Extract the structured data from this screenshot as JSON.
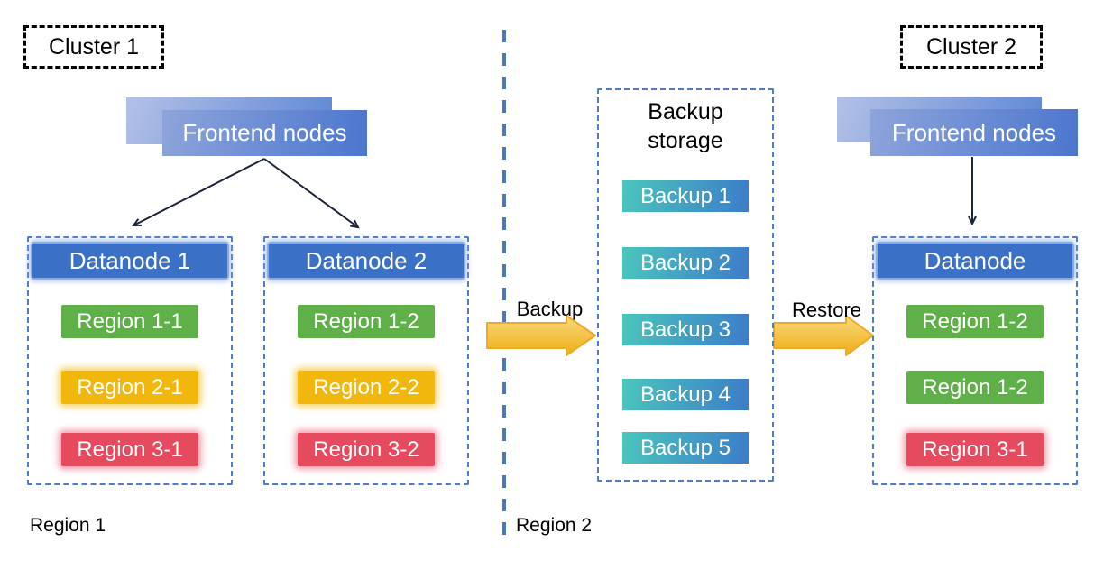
{
  "cluster1": {
    "label": "Cluster 1",
    "frontend_label": "Frontend nodes",
    "datanodes": [
      {
        "title": "Datanode 1",
        "regions": [
          {
            "label": "Region 1-1",
            "color": "green"
          },
          {
            "label": "Region 2-1",
            "color": "yellow"
          },
          {
            "label": "Region 3-1",
            "color": "red"
          }
        ]
      },
      {
        "title": "Datanode 2",
        "regions": [
          {
            "label": "Region 1-2",
            "color": "green"
          },
          {
            "label": "Region 2-2",
            "color": "yellow"
          },
          {
            "label": "Region 3-2",
            "color": "red"
          }
        ]
      }
    ]
  },
  "cluster2": {
    "label": "Cluster 2",
    "frontend_label": "Frontend nodes",
    "datanodes": [
      {
        "title": "Datanode",
        "regions": [
          {
            "label": "Region 1-2",
            "color": "green"
          },
          {
            "label": "Region 1-2",
            "color": "green"
          },
          {
            "label": "Region 3-1",
            "color": "red"
          }
        ]
      }
    ]
  },
  "backup_storage": {
    "title": "Backup storage",
    "items": [
      "Backup 1",
      "Backup 2",
      "Backup 3",
      "Backup 4",
      "Backup 5"
    ]
  },
  "flow": {
    "backup_label": "Backup",
    "restore_label": "Restore"
  },
  "footer": {
    "region1_label": "Region 1",
    "region2_label": "Region 2"
  },
  "colors": {
    "datanode_header_blue": "#3b70c7",
    "datanode_header_glow": "#8aabe3",
    "container_dash_blue": "#4c7ec9",
    "divider_blue": "#4e78be",
    "region_green": "#60b04a",
    "region_yellow": "#f1b70c",
    "region_red": "#e64a5f",
    "backup_gradient_start": "#4ac6bc",
    "backup_gradient_end": "#3c7cca",
    "frontend_gradient_start": "#8ea4db",
    "frontend_gradient_end": "#4b76ce",
    "arrow_gold_light": "#f8da7e",
    "arrow_gold_dark": "#efad14",
    "connector_black": "#1b2537",
    "cluster_border_black": "#000000"
  }
}
